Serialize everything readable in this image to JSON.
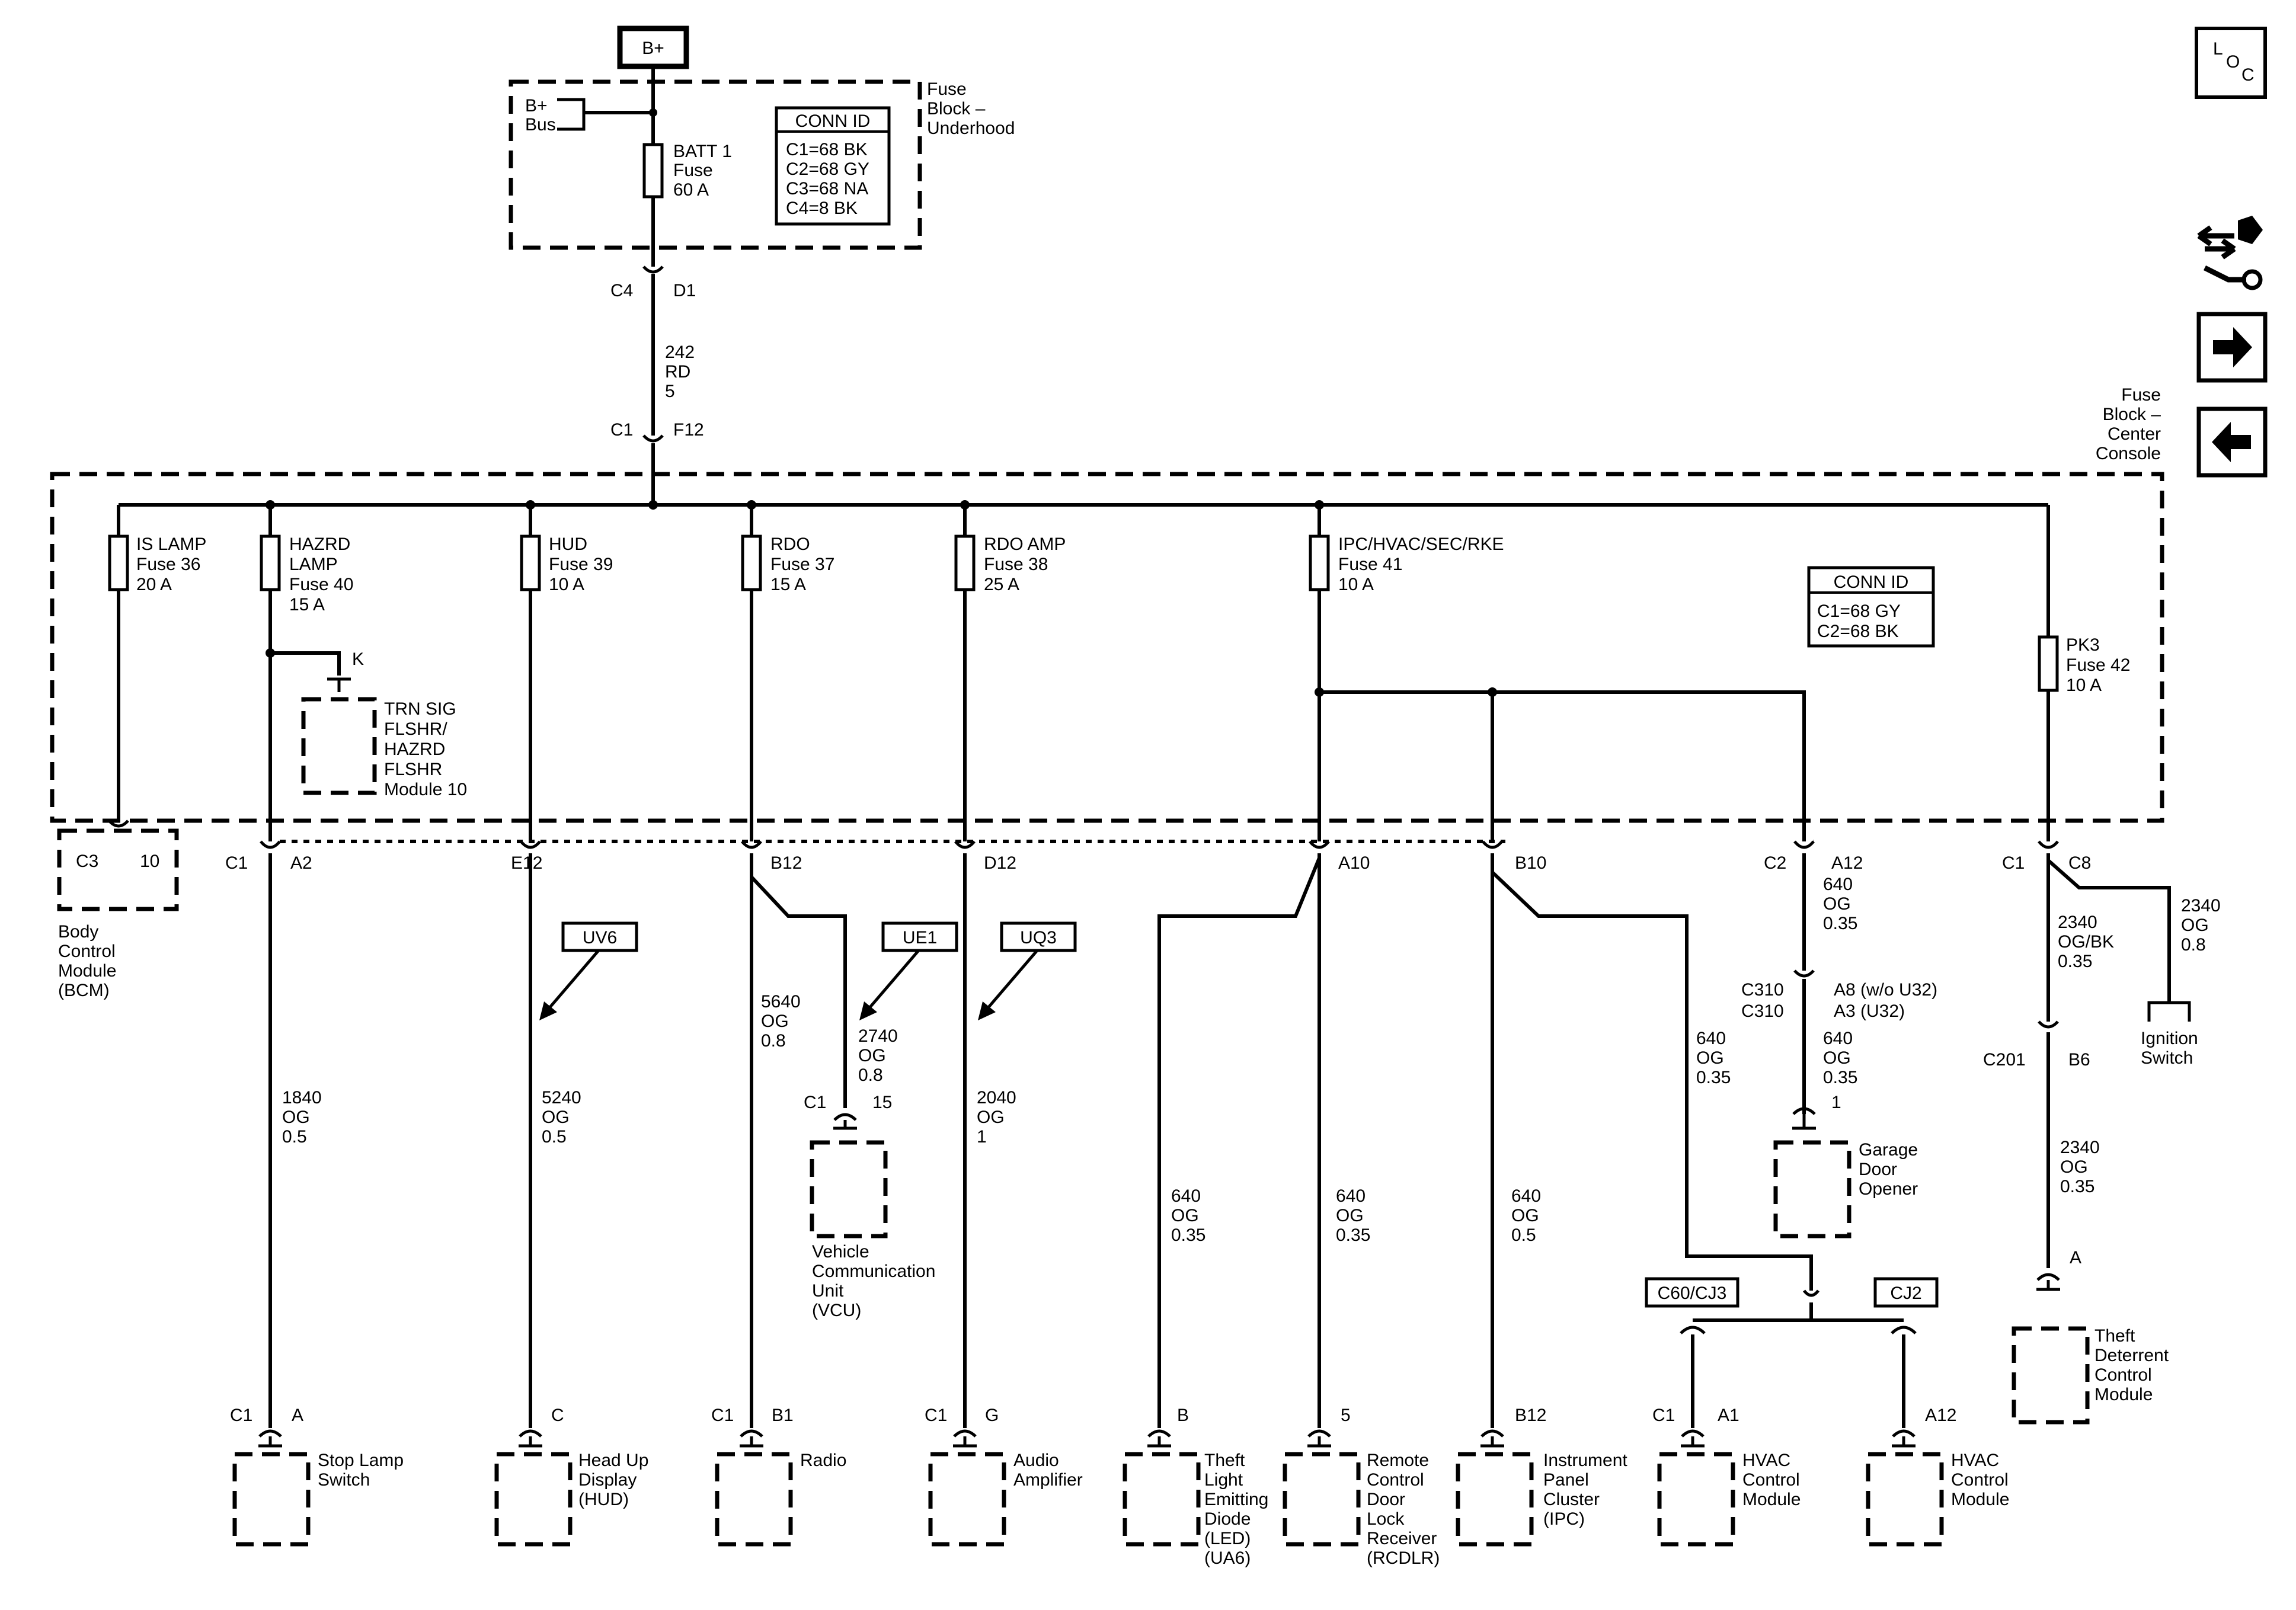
{
  "battery": "B+",
  "nav": {
    "loc": [
      "L",
      "O",
      "C"
    ]
  },
  "underhood": {
    "title": [
      "Fuse",
      "Block –",
      "Underhood"
    ],
    "bus": [
      "B+",
      "Bus"
    ],
    "fuse": [
      "BATT 1",
      "Fuse",
      "60 A"
    ],
    "conn_title": "CONN ID",
    "conn": [
      "C1=68 BK",
      "C2=68 GY",
      "C3=68 NA",
      "C4=8 BK"
    ],
    "out_conn": "C4",
    "out_pin": "D1"
  },
  "feed_wire": [
    "242",
    "RD",
    "5"
  ],
  "console": {
    "title": [
      "Fuse",
      "Block –",
      "Center",
      "Console"
    ],
    "in_conn": "C1",
    "in_pin": "F12",
    "conn_title": "CONN ID",
    "conn": [
      "C1=68 GY",
      "C2=68 BK"
    ]
  },
  "fuses": {
    "islamp": [
      "IS LAMP",
      "Fuse 36",
      "20 A"
    ],
    "hazrd": [
      "HAZRD",
      "LAMP",
      "Fuse 40",
      "15 A"
    ],
    "hud": [
      "HUD",
      "Fuse 39",
      "10 A"
    ],
    "rdo": [
      "RDO",
      "Fuse 37",
      "15 A"
    ],
    "rdoamp": [
      "RDO AMP",
      "Fuse 38",
      "25 A"
    ],
    "ipc": [
      "IPC/HVAC/SEC/RKE",
      "Fuse 41",
      "10 A"
    ],
    "pk3": [
      "PK3",
      "Fuse 42",
      "10 A"
    ]
  },
  "trn_sig": {
    "pin": "K",
    "label": [
      "TRN SIG",
      "FLSHR/",
      "HAZRD",
      "FLSHR",
      "Module 10"
    ]
  },
  "bcm": {
    "conn": "C3",
    "pin": "10",
    "label": [
      "Body",
      "Control",
      "Module",
      "(BCM)"
    ]
  },
  "connectors": {
    "c1": "C1",
    "a2": "A2",
    "e12": "E12",
    "b12": "B12",
    "d12": "D12",
    "a10": "A10",
    "b10": "B10",
    "c2": "C2",
    "a12": "A12",
    "c1b": "C1",
    "c8": "C8"
  },
  "options": {
    "uv6": "UV6",
    "ue1": "UE1",
    "uq3": "UQ3"
  },
  "wires": {
    "w1840": [
      "1840",
      "OG",
      "0.5"
    ],
    "w5240": [
      "5240",
      "OG",
      "0.5"
    ],
    "w5640": [
      "5640",
      "OG",
      "0.8"
    ],
    "w2740": [
      "2740",
      "OG",
      "0.8"
    ],
    "w2040": [
      "2040",
      "OG",
      "1"
    ],
    "w640a": [
      "640",
      "OG",
      "0.35"
    ],
    "w640b": [
      "640",
      "OG",
      "0.35"
    ],
    "w640c": [
      "640",
      "OG",
      "0.5"
    ],
    "w640d": [
      "640",
      "OG",
      "0.35"
    ],
    "w640e": [
      "640",
      "OG",
      "0.35"
    ],
    "w640f": [
      "640",
      "OG",
      "0.35"
    ],
    "w2340a": [
      "2340",
      "OG/BK",
      "0.35"
    ],
    "w2340b": [
      "2340",
      "OG",
      "0.8"
    ],
    "w2340c": [
      "2340",
      "OG",
      "0.35"
    ]
  },
  "vcu": {
    "conn": "C1",
    "pin": "15",
    "label": [
      "Vehicle",
      "Communication",
      "Unit",
      "(VCU)"
    ]
  },
  "garage": {
    "c310a": "C310",
    "c310b": "C310",
    "a8": "A8 (w/o U32)",
    "a3": "A3 (U32)",
    "pin": "1",
    "label": [
      "Garage",
      "Door",
      "Opener"
    ]
  },
  "ignition": [
    "Ignition",
    "Switch"
  ],
  "c201": {
    "conn": "C201",
    "pin": "B6"
  },
  "tdcm": {
    "pin": "A",
    "label": [
      "Theft",
      "Deterrent",
      "Control",
      "Module"
    ]
  },
  "splice": {
    "left": "C60/CJ3",
    "right": "CJ2"
  },
  "bottom": {
    "stoplamp": {
      "conn": "C1",
      "pin": "A",
      "label": [
        "Stop Lamp",
        "Switch"
      ]
    },
    "hud": {
      "pin": "C",
      "label": [
        "Head Up",
        "Display",
        "(HUD)"
      ]
    },
    "radio": {
      "conn": "C1",
      "pin": "B1",
      "label": [
        "Radio"
      ]
    },
    "amp": {
      "conn": "C1",
      "pin": "G",
      "label": [
        "Audio",
        "Amplifier"
      ]
    },
    "theft": {
      "pin": "B",
      "label": [
        "Theft",
        "Light",
        "Emitting",
        "Diode",
        "(LED)",
        "(UA6)"
      ]
    },
    "rcdlr": {
      "pin": "5",
      "label": [
        "Remote",
        "Control",
        "Door",
        "Lock",
        "Receiver",
        "(RCDLR)"
      ]
    },
    "ipc": {
      "pin": "B12",
      "label": [
        "Instrument",
        "Panel",
        "Cluster",
        "(IPC)"
      ]
    },
    "hvac1": {
      "conn": "C1",
      "pin": "A1",
      "label": [
        "HVAC",
        "Control",
        "Module"
      ]
    },
    "hvac2": {
      "pin": "A12",
      "label": [
        "HVAC",
        "Control",
        "Module"
      ]
    }
  }
}
